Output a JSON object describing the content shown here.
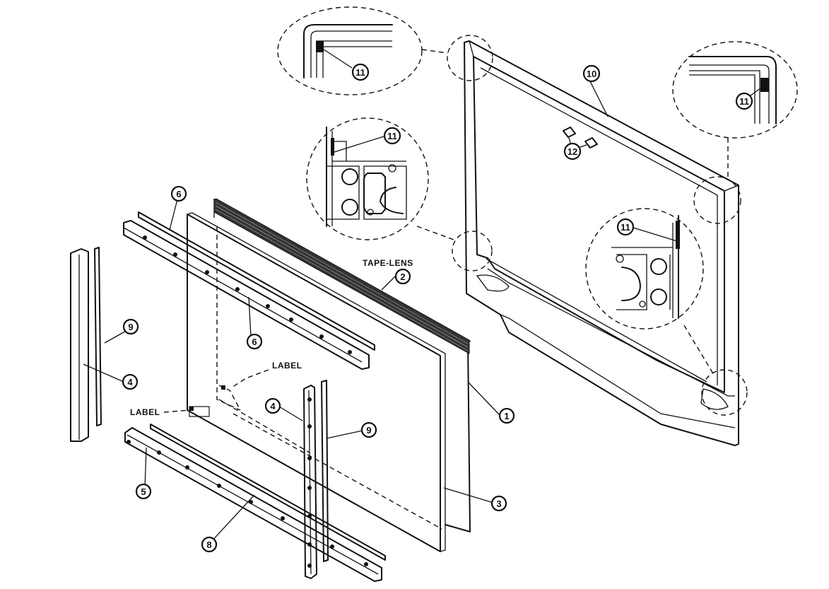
{
  "labels": {
    "tape_lens": "TAPE-LENS",
    "label_top": "LABEL",
    "label_left": "LABEL"
  },
  "callouts": {
    "c1": "1",
    "c2": "2",
    "c3": "3",
    "c4a": "4",
    "c4b": "4",
    "c5": "5",
    "c6a": "6",
    "c6b": "6",
    "c8": "8",
    "c9a": "9",
    "c9b": "9",
    "c10": "10",
    "c11a": "11",
    "c11b": "11",
    "c11c": "11",
    "c11d": "11",
    "c12": "12"
  }
}
